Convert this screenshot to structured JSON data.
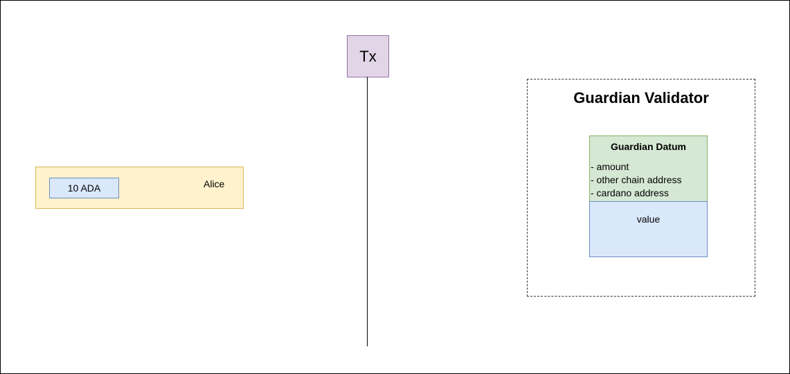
{
  "colors": {
    "tx_fill": "#e1d5e7",
    "alice_fill": "#fff2cc",
    "ada_fill": "#dae8fc",
    "datum_fill": "#d5e8d4",
    "value_fill": "#dae8fc"
  },
  "tx": {
    "label": "Tx"
  },
  "alice": {
    "label": "Alice",
    "utxo_value": "10 ADA"
  },
  "validator": {
    "title": "Guardian Validator",
    "datum": {
      "title": "Guardian Datum",
      "fields": [
        "- amount",
        "- other chain address",
        "- cardano address"
      ]
    },
    "value_label": "value"
  }
}
